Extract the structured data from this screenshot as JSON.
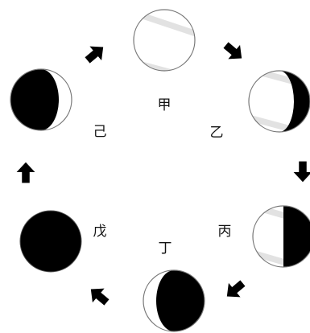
{
  "labels": {
    "jia": "甲",
    "yi": "乙",
    "bing": "丙",
    "ding": "丁",
    "wu": "戊",
    "ji": "己"
  },
  "phases": [
    {
      "id": "jia",
      "shape": "full-light"
    },
    {
      "id": "yi",
      "shape": "thin-crescent-dark-right"
    },
    {
      "id": "bing",
      "shape": "half-dark-right"
    },
    {
      "id": "ding",
      "shape": "mostly-dark-crescent-left"
    },
    {
      "id": "wu",
      "shape": "full-dark"
    },
    {
      "id": "ji",
      "shape": "mostly-dark-crescent-right"
    }
  ],
  "arrows": [
    "arrow-icon-1",
    "arrow-icon-2",
    "arrow-icon-3",
    "arrow-icon-4",
    "arrow-icon-5",
    "arrow-icon-6"
  ],
  "colors": {
    "dark": "#000000",
    "light": "#ffffff",
    "shade": "#dcdcdc",
    "outline": "#777777"
  }
}
